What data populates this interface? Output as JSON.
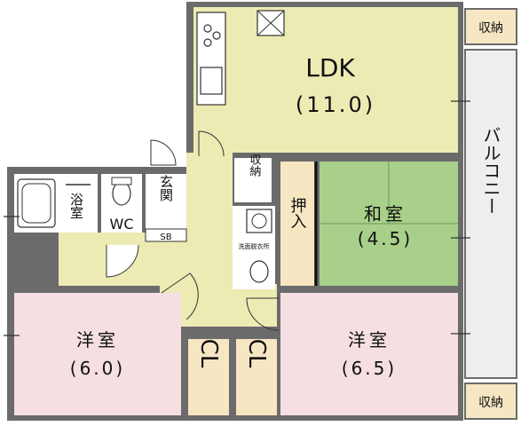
{
  "rooms": {
    "ldk": {
      "name": "LDK",
      "size": "(11.0)"
    },
    "washitsu": {
      "name": "和室",
      "size": "(4.5)"
    },
    "yoshitsu_left": {
      "name": "洋室",
      "size": "(6.0)"
    },
    "yoshitsu_right": {
      "name": "洋室",
      "size": "(6.5)"
    },
    "oshiire": {
      "name": "押入"
    },
    "bath": {
      "name": "浴室"
    },
    "wc": {
      "name": "WC"
    },
    "genkan": {
      "name": "玄関"
    },
    "sb": {
      "name": "SB"
    },
    "senmen": {
      "name": "洗面脱衣所"
    },
    "shuno_top_right": {
      "name": "収納"
    },
    "shuno_bottom_right": {
      "name": "収納"
    },
    "shuno_center": {
      "name": "収納"
    },
    "cl_left": {
      "name": "CL"
    },
    "cl_right": {
      "name": "CL"
    },
    "balcony": {
      "name": "バルコニー"
    }
  },
  "colors": {
    "ldk": "#ecebb4",
    "hall": "#ecebb4",
    "washitsu": "#a8d08a",
    "yoshitsu": "#f6dfe3",
    "oshiire": "#f7e6c2",
    "closet": "#f7e6c2",
    "wet": "#ffffff",
    "wall": "#6b6b6b",
    "balcony": "#eeeeee"
  }
}
